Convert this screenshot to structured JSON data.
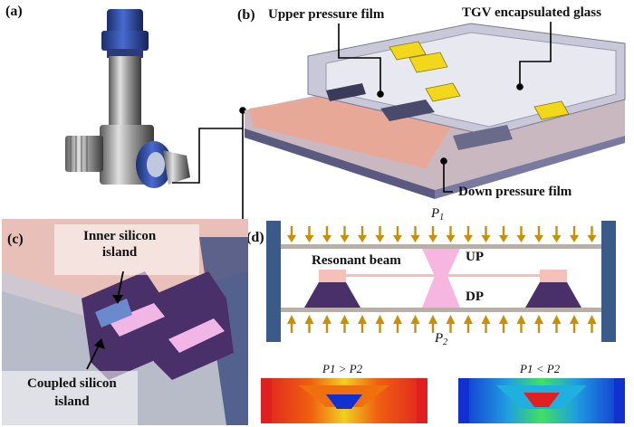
{
  "panels": {
    "a": "(a)",
    "b": "(b)",
    "c": "(c)",
    "d": "(d)"
  },
  "panel_b": {
    "upper_film": "Upper pressure film",
    "tgv_glass": "TGV encapsulated glass",
    "down_film": "Down pressure film"
  },
  "panel_c": {
    "inner_island_line1": "Inner silicon",
    "inner_island_line2": "island",
    "coupled_island_line1": "Coupled silicon",
    "coupled_island_line2": "island"
  },
  "panel_d": {
    "p1": "P",
    "p1_sub": "1",
    "p2": "P",
    "p2_sub": "2",
    "resonant_beam": "Resonant beam",
    "up": "UP",
    "dp": "DP",
    "sim_left_title": "P1 > P2",
    "sim_right_title": "P1 < P2"
  },
  "colors": {
    "arrow": "#c8900a",
    "frame_blue": "#3a5a8a",
    "island_purple": "#4a3068",
    "beam_pink": "#f4c0b8",
    "center_pink": "#f7b6e0",
    "membrane_gray": "#b8b0a8"
  }
}
